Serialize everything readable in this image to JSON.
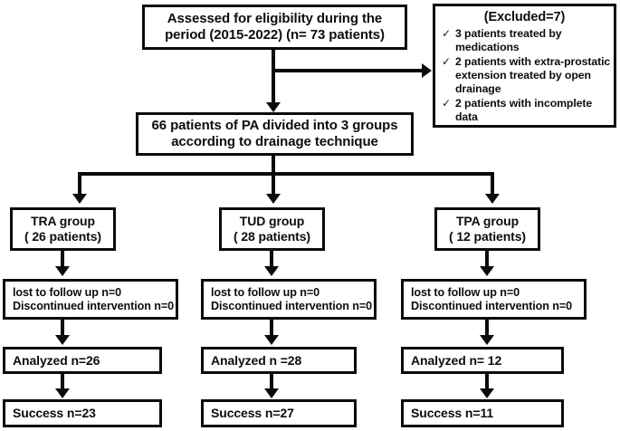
{
  "flowchart": {
    "title": "CONSORT-style patient flow diagram",
    "nodes": {
      "assessed": {
        "line1": "Assessed for eligibility during the",
        "line2": "period (2015-2022) (n= 73 patients)"
      },
      "excluded": {
        "title": "(Excluded=7)",
        "bullet_icon": "check-icon",
        "items": [
          "3 patients treated by medications",
          "2 patients with extra-prostatic extension treated by open drainage",
          "2 patients with incomplete data"
        ]
      },
      "divided": {
        "line1": "66 patients of PA divided into 3 groups",
        "line2": "according to drainage technique"
      },
      "groups": [
        {
          "name": "TRA group",
          "count": "( 26 patients)",
          "followup_line1": "lost to follow up n=0",
          "followup_line2": "Discontinued intervention n=0",
          "analyzed": "Analyzed n=26",
          "success": "Success  n=23"
        },
        {
          "name": "TUD group",
          "count": "( 28 patients)",
          "followup_line1": "lost to follow up n=0",
          "followup_line2": "Discontinued intervention n=0",
          "analyzed": "Analyzed n =28",
          "success": "Success  n=27"
        },
        {
          "name": "TPA group",
          "count": "( 12 patients)",
          "followup_line1": "lost to follow up n=0",
          "followup_line2": "Discontinued intervention n=0",
          "analyzed": "Analyzed n= 12",
          "success": "Success n=11"
        }
      ]
    },
    "colors": {
      "stroke": "#0b0b0b",
      "background": "#ffffff",
      "text": "#0d0d0d"
    }
  }
}
